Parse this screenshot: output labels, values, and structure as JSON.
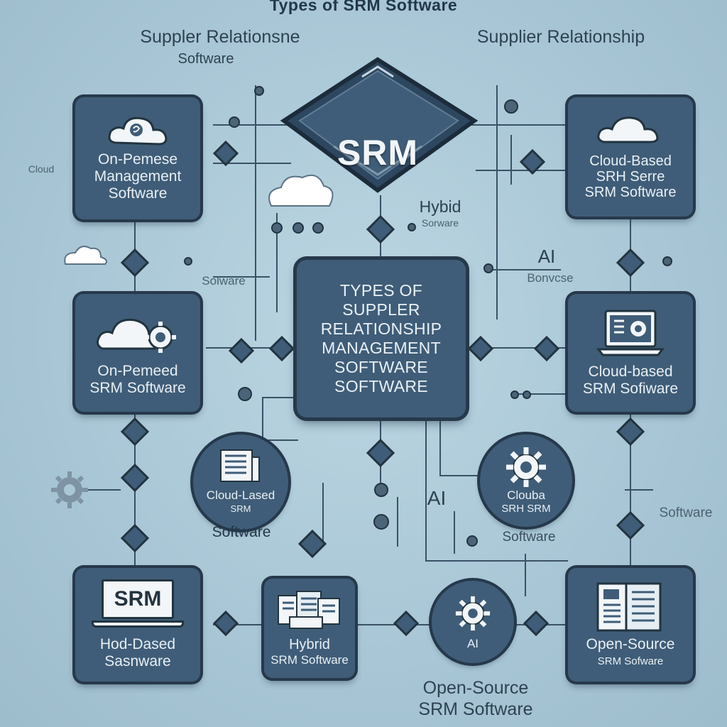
{
  "title": "Types of SRM Software",
  "captions": {
    "top_left_line1": "Suppler Relationsne",
    "top_left_line2": "Software",
    "top_right": "Supplier Relationship",
    "far_left": "Cloud",
    "left_software": "Solware",
    "hybrid_label": "Hybid",
    "hybrid_sub": "Sorware",
    "ai_label": "AI",
    "ai_sub": "Bonvcse",
    "ai_mid": "AI",
    "right_software": "Software",
    "bottom_line1": "Open-Source",
    "bottom_line2": "SRM Software"
  },
  "hub": {
    "label": "SRM"
  },
  "center": {
    "lines": [
      "TYPES OF",
      "SUPPLER",
      "RELATIONSHIP",
      "MANAGEMENT",
      "SOFTWARE",
      "SOFTWARE"
    ]
  },
  "cards": {
    "tl": [
      "On-Pemese",
      "Management",
      "Software"
    ],
    "tr": [
      "Cloud-Based",
      "SRH Serre",
      "SRM Software"
    ],
    "ml": [
      "On-Pemeed",
      "SRM Software"
    ],
    "mr": [
      "Cloud-based",
      "SRM Sofiware"
    ],
    "bl_screen": "SRM",
    "bl": [
      "Hod-Dased",
      "Sasnware"
    ],
    "bm": [
      "Hybrid",
      "SRM Software"
    ],
    "br": [
      "Open-Source",
      "SRM Sofware"
    ]
  },
  "circles": {
    "left_lines": [
      "Cloud-Lased",
      "SRM"
    ],
    "left_below": "Software",
    "right_lines": [
      "Clouba",
      "SRH SRM"
    ],
    "right_below": "Software",
    "bottom_ai": "AI"
  },
  "icons": {
    "tl": "cloud-icon",
    "tr": "cloud-icon",
    "ml": "cloud-gear-icon",
    "mr": "laptop-gear-icon",
    "bl": "laptop-icon",
    "bm": "documents-icon",
    "br": "document-panel-icon",
    "circle_left": "document-icon",
    "circle_right": "gear-icon",
    "circle_bottom": "gear-icon"
  },
  "colors": {
    "background": "#a9c7d6",
    "node": "#3f5d78",
    "outline": "#26394b",
    "text_light": "#e8eff4",
    "text_dark": "#2b3e4e"
  }
}
